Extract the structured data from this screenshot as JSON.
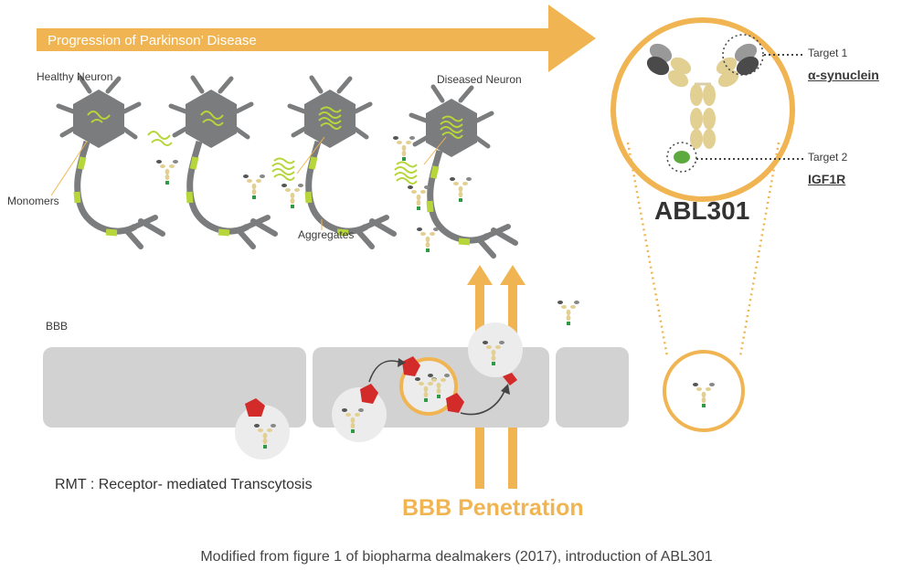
{
  "progression_label": "Progression of Parkinson’ Disease",
  "healthy_label": "Healthy Neuron",
  "diseased_label": "Diseased Neuron",
  "monomers_label": "Monomers",
  "aggregates_label": "Aggregates",
  "bbb_label": "BBB",
  "rmt_label": "RMT : Receptor- mediated Transcytosis",
  "penetration_label": "BBB Penetration",
  "target1": {
    "label": "Target 1",
    "name": "α-synuclein"
  },
  "target2": {
    "label": "Target 2",
    "name": "IGF1R"
  },
  "drug_name": "ABL301",
  "caption": "Modified from figure 1 of biopharma dealmakers (2017), introduction of ABL301",
  "colors": {
    "orange": "#f0b552",
    "neuron": "#7b7c7d",
    "synuclein": "#b6d63b",
    "barrier": "#d2d2d2",
    "receptor": "#d32a2a",
    "antibody": "#e2cf92",
    "target_green": "#5caa3d"
  }
}
